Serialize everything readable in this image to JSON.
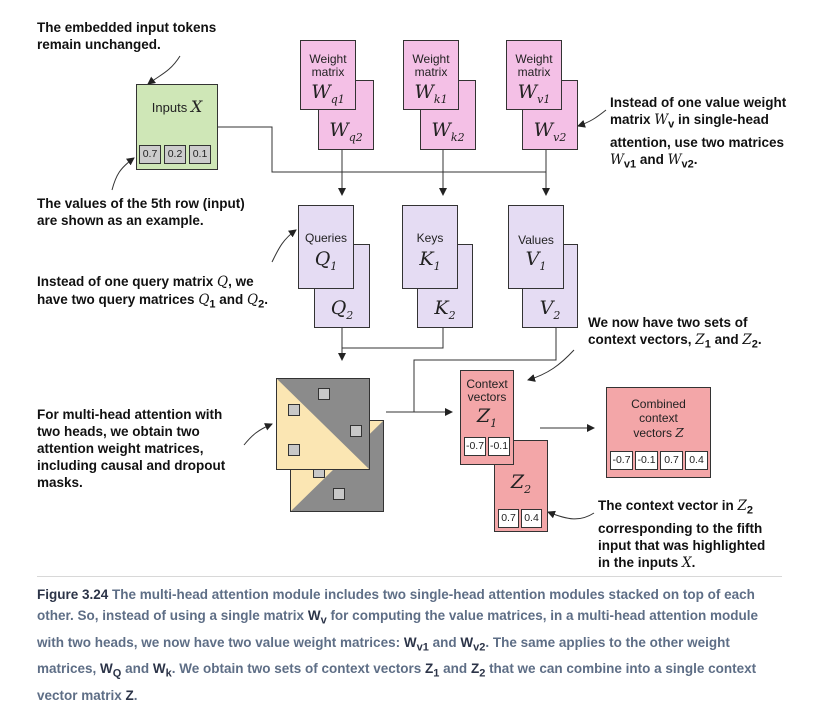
{
  "notes": {
    "embedded_line1": "The embedded input tokens",
    "embedded_line2": "remain unchanged.",
    "values_line1": "The values of the 5th row (input)",
    "values_line2": "are shown as an example.",
    "query_line1_pre": "Instead of one query matrix ",
    "query_line1_sym": "Q",
    "query_line1_post": ", we",
    "query_line2_pre": "have two query matrices ",
    "query_line2_sym1": "Q",
    "query_line2_sub1": "1",
    "query_line2_mid": " and ",
    "query_line2_sym2": "Q",
    "query_line2_sub2": "2",
    "query_line2_post": ".",
    "multi_line1": "For multi-head attention with",
    "multi_line2": "two heads, we obtain two",
    "multi_line3": "attention weight matrices,",
    "multi_line4": "including causal and dropout",
    "multi_line5": "masks.",
    "value_line1": "Instead of one value weight",
    "value_line2_pre": "matrix ",
    "value_line2_sym": "W",
    "value_line2_sub": "v",
    "value_line2_post": " in single-head",
    "value_line3": "attention, use two matrices",
    "value_line4_sym1": "W",
    "value_line4_sub1": "v1",
    "value_line4_mid": " and ",
    "value_line4_sym2": "W",
    "value_line4_sub2": "v2",
    "value_line4_post": ".",
    "context_line1": "We now have two sets of",
    "context_line2_pre": "context vectors, ",
    "context_line2_sym1": "Z",
    "context_line2_sub1": "1",
    "context_line2_mid": " and ",
    "context_line2_sym2": "Z",
    "context_line2_sub2": "2",
    "context_line2_post": ".",
    "fifth_line1_pre": "The context vector in ",
    "fifth_line1_sym": "Z",
    "fifth_line1_sub": "2",
    "fifth_line2": "corresponding to the fifth",
    "fifth_line3": "input that was highlighted",
    "fifth_line4_pre": "in the inputs ",
    "fifth_line4_sym": "X",
    "fifth_line4_post": "."
  },
  "inputs": {
    "label": "Inputs",
    "symbol": "X",
    "values": [
      "0.7",
      "0.2",
      "0.1"
    ]
  },
  "weights": [
    {
      "label_line1": "Weight",
      "label_line2": "matrix",
      "front_sym": "W",
      "front_sub": "q1",
      "back_sym": "W",
      "back_sub": "q2"
    },
    {
      "label_line1": "Weight",
      "label_line2": "matrix",
      "front_sym": "W",
      "front_sub": "k1",
      "back_sym": "W",
      "back_sub": "k2"
    },
    {
      "label_line1": "Weight",
      "label_line2": "matrix",
      "front_sym": "W",
      "front_sub": "v1",
      "back_sym": "W",
      "back_sub": "v2"
    }
  ],
  "qkv": [
    {
      "label": "Queries",
      "front_sym": "Q",
      "front_sub": "1",
      "back_sym": "Q",
      "back_sub": "2"
    },
    {
      "label": "Keys",
      "front_sym": "K",
      "front_sub": "1",
      "back_sym": "K",
      "back_sub": "2"
    },
    {
      "label": "Values",
      "front_sym": "V",
      "front_sub": "1",
      "back_sym": "V",
      "back_sub": "2"
    }
  ],
  "context": {
    "label_line1": "Context",
    "label_line2": "vectors",
    "z1_sym": "Z",
    "z1_sub": "1",
    "z1_values": [
      "-0.7",
      "-0.1"
    ],
    "z2_sym": "Z",
    "z2_sub": "2",
    "z2_values": [
      "0.7",
      "0.4"
    ]
  },
  "combined": {
    "label_line1": "Combined",
    "label_line2": "context",
    "label_line3": "vectors",
    "symbol": "Z",
    "values": [
      "-0.7",
      "-0.1",
      "0.7",
      "0.4"
    ]
  },
  "caption": {
    "prefix": "Figure 3.24",
    "text1": "   The multi-head attention module includes two single-head attention modules stacked on top of each other. So, instead of using a single matrix ",
    "wv": "W",
    "wv_sub": "v",
    "text2": " for computing the value matrices, in a multi-head attention module with two heads, we now have two value weight matrices: ",
    "wv1": "W",
    "wv1_sub": "v1",
    "and1": " and ",
    "wv2": "W",
    "wv2_sub": "v2",
    "text3": ". The same applies to the other weight matrices, ",
    "wq": "W",
    "wq_sub": "Q",
    "and2": " and ",
    "wk": "W",
    "wk_sub": "k",
    "text4": ". We obtain two sets of context vectors ",
    "z1": "Z",
    "z1_sub": "1",
    "and3": " and ",
    "z2": "Z",
    "z2_sub": "2",
    "text5": " that we can combine into a single context vector matrix ",
    "z": "Z",
    "text6": "."
  },
  "colors": {
    "weight_pink": "#f4c0e6",
    "qkv_lavender": "#e5dcf3",
    "inputs_green": "#cfe7b7",
    "context_salmon": "#f3a6a8",
    "mask_yellow": "#fbe6b3",
    "mask_gray": "#8b8b8b",
    "caption_gray": "#5e6e86"
  }
}
